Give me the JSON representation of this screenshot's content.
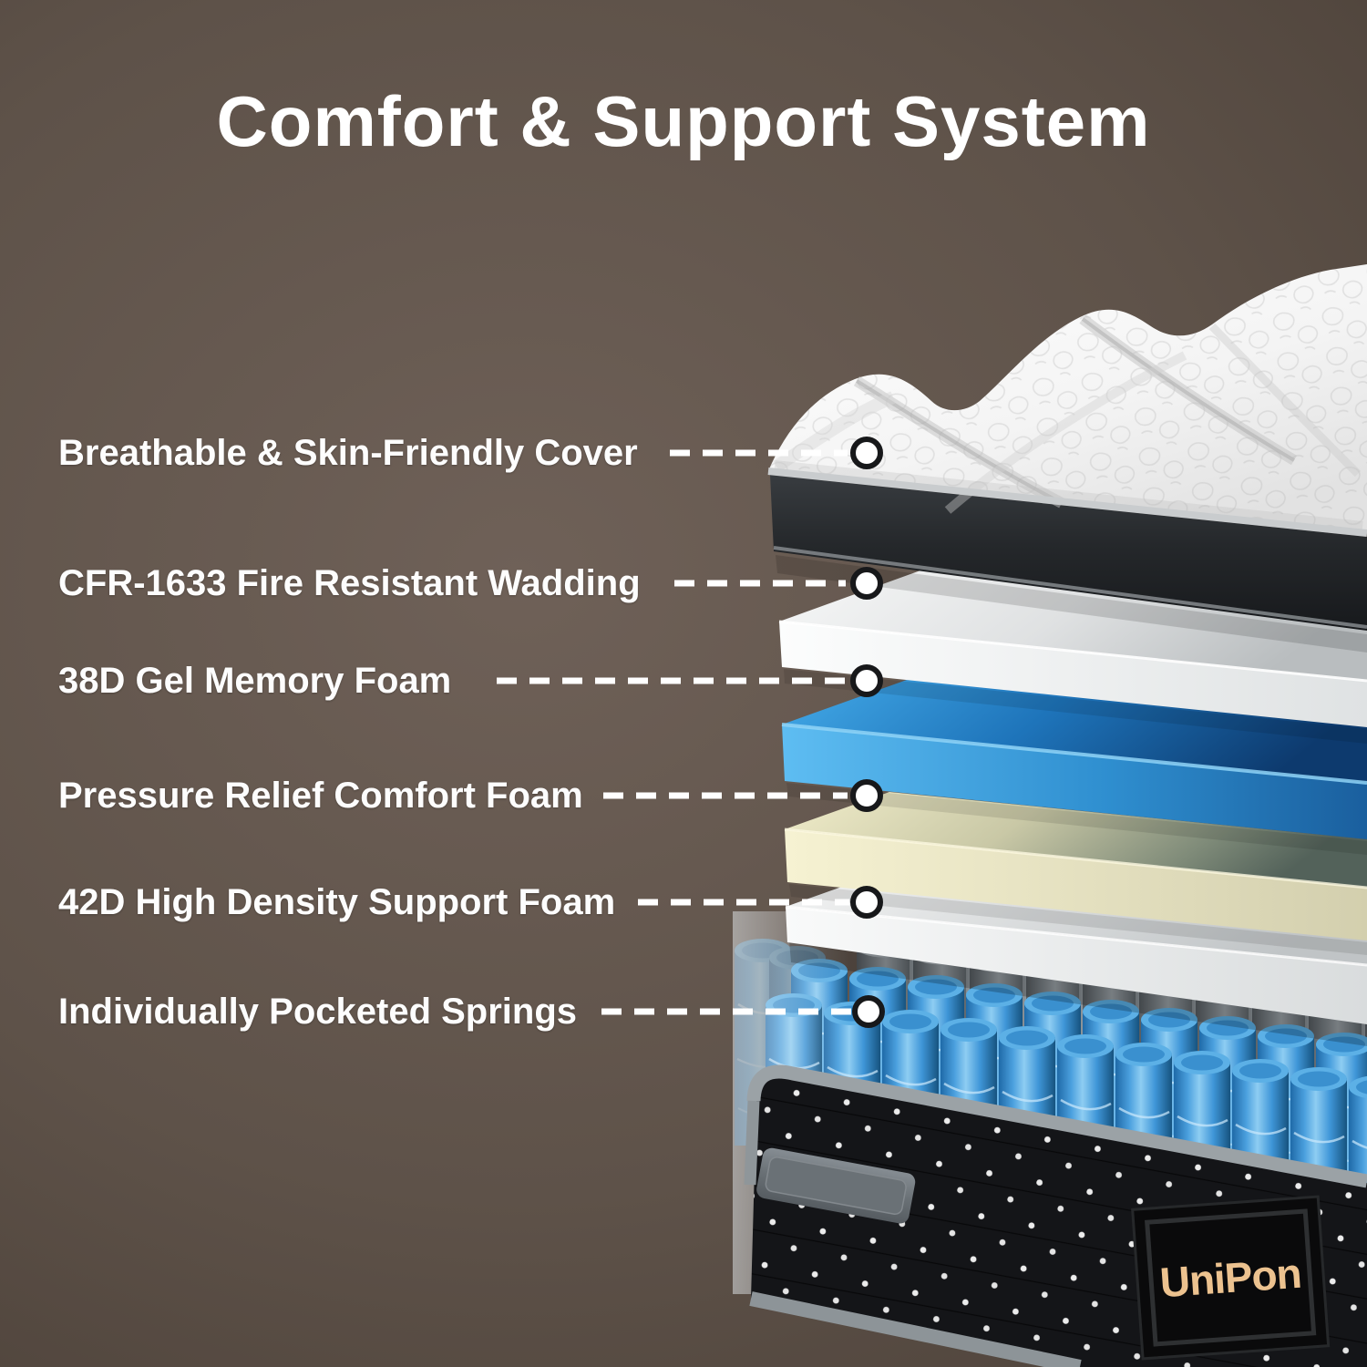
{
  "title": "Comfort & Support System",
  "labels": [
    {
      "text": "Breathable & Skin-Friendly Cover"
    },
    {
      "text": "CFR-1633 Fire Resistant Wadding"
    },
    {
      "text": "38D Gel Memory Foam"
    },
    {
      "text": "Pressure Relief Comfort Foam"
    },
    {
      "text": "42D High Density Support Foam"
    },
    {
      "text": "Individually Pocketed Springs"
    }
  ],
  "brand": {
    "logo_text": "UniPon",
    "logo_color": "#ecc28f"
  },
  "colors": {
    "background_center": "#6f6158",
    "background_edge": "#342b25",
    "title_text": "#ffffff",
    "label_text": "#fdfdfd",
    "connector": "#ffffff",
    "cover_white": "#f6f6f6",
    "cover_side_band": "#24272a",
    "wadding_white": "#f1f2f2",
    "gel_foam_blue": "#2f9fe0",
    "comfort_foam_cream": "#efeac7",
    "support_foam_white": "#f3f4f4",
    "spring_blue": "#3f97d8",
    "spring_gray": "#7e858a",
    "base_fabric_black": "#141518",
    "base_piping_gray": "#9aa1a5"
  }
}
